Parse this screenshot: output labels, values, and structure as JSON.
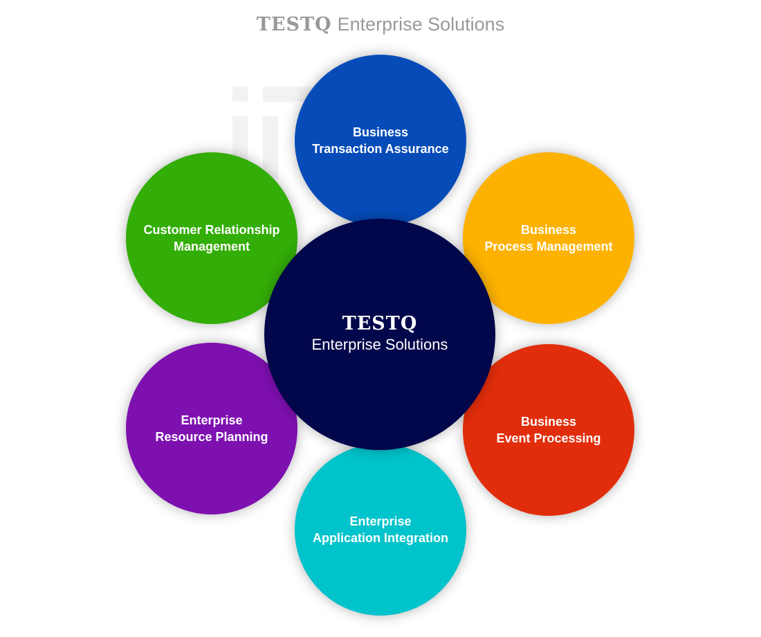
{
  "title": {
    "brand": "TESTQ",
    "rest": "Enterprise Solutions"
  },
  "center": {
    "brand": "TESTQ",
    "label": "Enterprise Solutions",
    "color": "#02064a"
  },
  "nodes": [
    {
      "line1": "Business",
      "line2": "Transaction Assurance",
      "color": "#064bb8"
    },
    {
      "line1": "Business",
      "line2": "Process Management",
      "color": "#fdb201"
    },
    {
      "line1": "Business",
      "line2": "Event Processing",
      "color": "#e12d0b"
    },
    {
      "line1": "Enterprise",
      "line2": "Application Integration",
      "color": "#00c3cb"
    },
    {
      "line1": "Enterprise",
      "line2": "Resource Planning",
      "color": "#7e10b0"
    },
    {
      "line1": "Customer Relationship",
      "line2": "Management",
      "color": "#33ad07"
    }
  ]
}
